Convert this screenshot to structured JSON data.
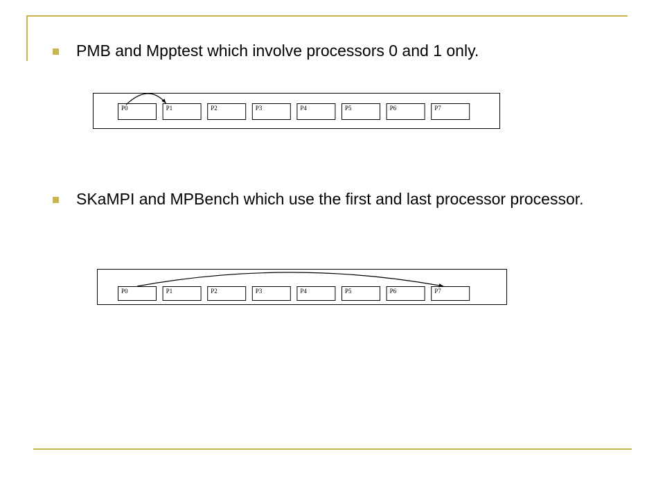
{
  "theme": {
    "accent": "#c8b44a",
    "bullet": "#c8b44a",
    "line": "#000000"
  },
  "bullets": [
    {
      "text": "PMB and Mpptest which involve processors 0 and 1 only."
    },
    {
      "text": "SKaMPI and MPBench which use the first and last processor processor."
    }
  ],
  "diagrams": [
    {
      "processors": [
        "P0",
        "P1",
        "P2",
        "P3",
        "P4",
        "P5",
        "P6",
        "P7"
      ],
      "arrow": {
        "from": "P0",
        "to": "P1"
      }
    },
    {
      "processors": [
        "P0",
        "P1",
        "P2",
        "P3",
        "P4",
        "P5",
        "P6",
        "P7"
      ],
      "arrow": {
        "from": "P0",
        "to": "P7"
      }
    }
  ]
}
